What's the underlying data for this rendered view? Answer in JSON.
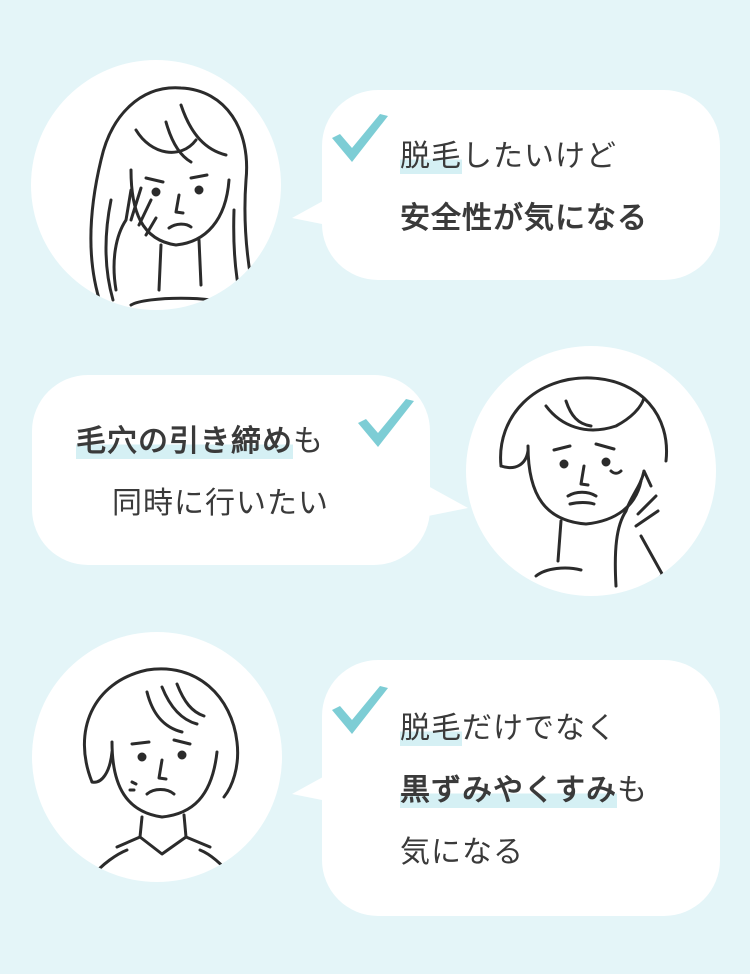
{
  "colors": {
    "background": "#e4f5f8",
    "bubble": "#ffffff",
    "check": "#7dcdd5",
    "highlight": "#d5f0f4",
    "text": "#3a3a3a"
  },
  "concerns": [
    {
      "avatar_icon": "woman-long-hair-worried-icon",
      "check_icon": "checkmark-icon",
      "lines": [
        {
          "text": "脱毛したいけど",
          "segments": [
            "脱毛",
            "したいけど"
          ]
        },
        {
          "text": "安全性が気になる"
        }
      ]
    },
    {
      "avatar_icon": "woman-bob-hand-on-cheek-icon",
      "check_icon": "checkmark-icon",
      "lines": [
        {
          "text": "毛穴の引き締めも",
          "segments": [
            "毛穴の引き締め",
            "も"
          ]
        },
        {
          "text": "同時に行いたい"
        }
      ]
    },
    {
      "avatar_icon": "woman-short-hair-frowning-icon",
      "check_icon": "checkmark-icon",
      "lines": [
        {
          "text": "脱毛だけでなく",
          "segments": [
            "脱毛",
            "だけでなく"
          ]
        },
        {
          "text": "黒ずみやくすみも",
          "segments": [
            "黒ずみやくすみ",
            "も"
          ]
        },
        {
          "text": "気になる"
        }
      ]
    }
  ]
}
